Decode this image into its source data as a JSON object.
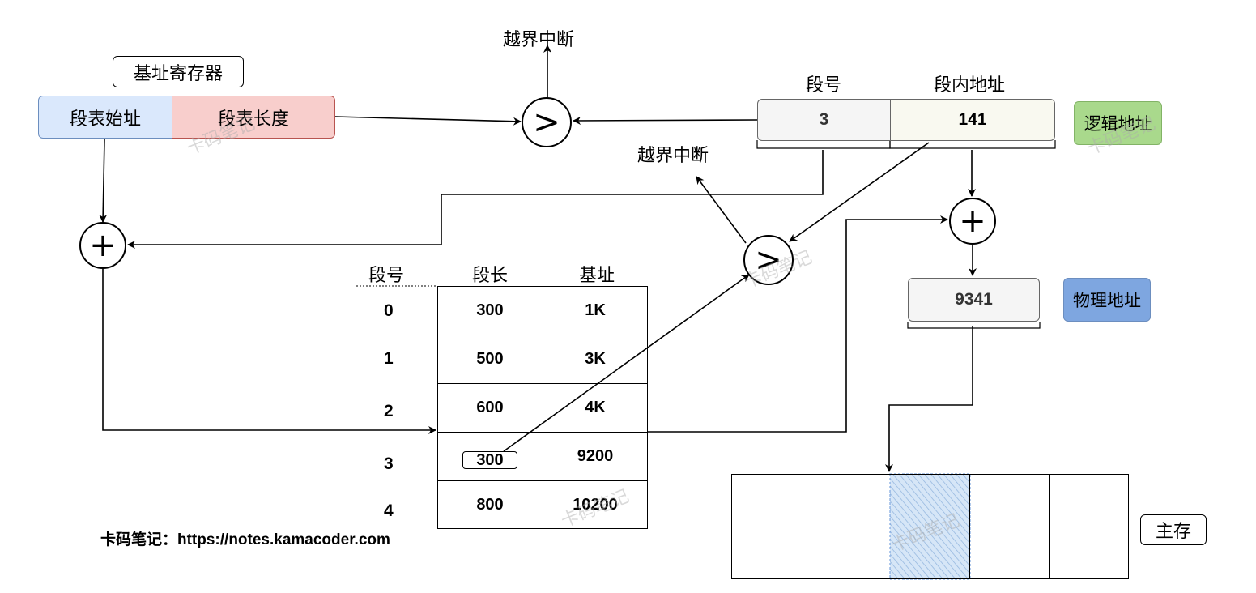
{
  "base_register": {
    "label": "基址寄存器",
    "seg_table_start": "段表始址",
    "seg_table_length": "段表长度"
  },
  "overflow_top": "越界中断",
  "overflow_mid": "越界中断",
  "compare_symbol": ">",
  "add_symbol": "+",
  "logical": {
    "seg_no_header": "段号",
    "offset_header": "段内地址",
    "seg_no_value": "3",
    "offset_value": "141",
    "tag": "逻辑地址"
  },
  "physical": {
    "value": "9341",
    "tag": "物理地址"
  },
  "segment_table": {
    "headers": [
      "段号",
      "段长",
      "基址"
    ],
    "rows": [
      {
        "seg": "0",
        "length": "300",
        "base": "1K"
      },
      {
        "seg": "1",
        "length": "500",
        "base": "3K"
      },
      {
        "seg": "2",
        "length": "600",
        "base": "4K"
      },
      {
        "seg": "3",
        "length": "300",
        "base": "9200"
      },
      {
        "seg": "4",
        "length": "800",
        "base": "10200"
      }
    ]
  },
  "main_memory": {
    "tag": "主存",
    "highlighted_block": 2,
    "block_count": 5
  },
  "footer": "卡码笔记：https://notes.kamacoder.com",
  "watermark": "卡码笔记",
  "colors": {
    "seg_start_fill": "#dae8fc",
    "seg_start_border": "#6c8ebf",
    "seg_len_fill": "#f8cecc",
    "seg_len_border": "#b85450",
    "seg_no_fill": "#f5f5f5",
    "offset_fill": "#f9f9f0",
    "logical_tag_fill": "#a9d98c",
    "physical_tag_fill": "#7ea6e0",
    "memory_highlight": "#b7d2f0"
  }
}
